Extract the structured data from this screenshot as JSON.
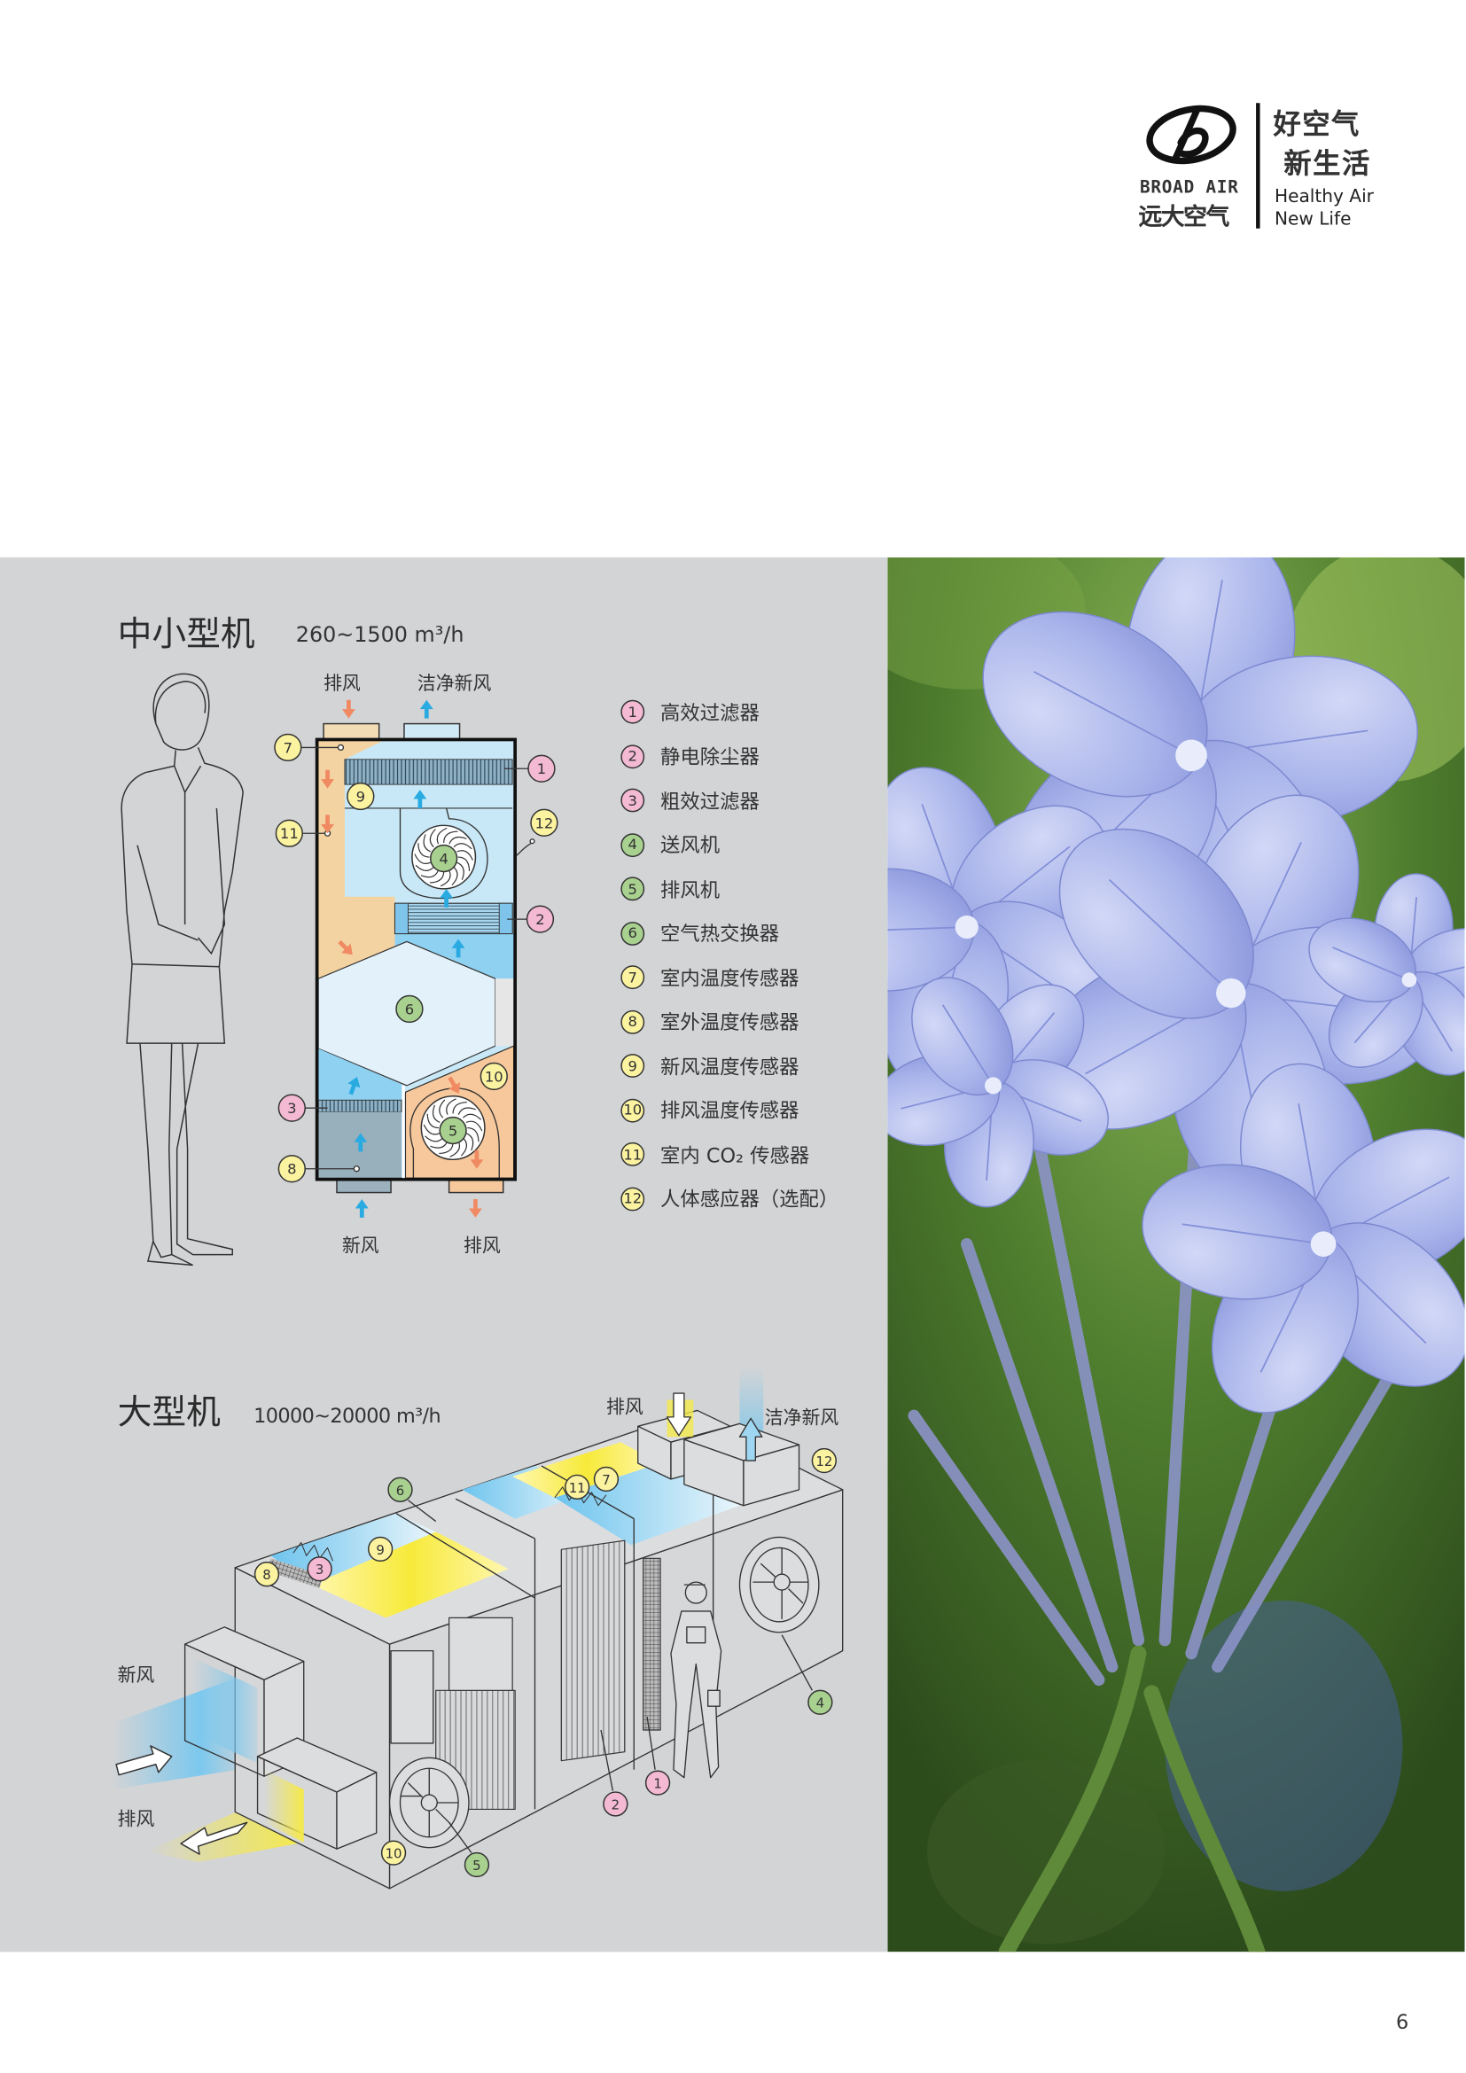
{
  "logo": {
    "brand_en": "BROAD AIR",
    "brand_cn": "远大空气",
    "slogan_cn_1": "好空气",
    "slogan_cn_2": "新生活",
    "slogan_en_1": "Healthy Air",
    "slogan_en_2": "New Life"
  },
  "small_unit": {
    "title": "中小型机",
    "capacity": "260~1500 m³/h",
    "labels": {
      "exhaust_top": "排风",
      "clean_fresh_top": "洁净新风",
      "fresh_bottom": "新风",
      "exhaust_bottom": "排风"
    }
  },
  "large_unit": {
    "title": "大型机",
    "capacity": "10000~20000 m³/h",
    "labels": {
      "exhaust_top": "排风",
      "clean_fresh_top": "洁净新风",
      "fresh_in": "新风",
      "exhaust_out": "排风"
    }
  },
  "legend": [
    {
      "num": "1",
      "label": "高效过滤器",
      "color": "#f4b9d3"
    },
    {
      "num": "2",
      "label": "静电除尘器",
      "color": "#f4b9d3"
    },
    {
      "num": "3",
      "label": "粗效过滤器",
      "color": "#f4b9d3"
    },
    {
      "num": "4",
      "label": "送风机",
      "color": "#a8d18f"
    },
    {
      "num": "5",
      "label": "排风机",
      "color": "#a8d18f"
    },
    {
      "num": "6",
      "label": "空气热交换器",
      "color": "#a8d18f"
    },
    {
      "num": "7",
      "label": "室内温度传感器",
      "color": "#fcf3a0"
    },
    {
      "num": "8",
      "label": "室外温度传感器",
      "color": "#fcf3a0"
    },
    {
      "num": "9",
      "label": "新风温度传感器",
      "color": "#fcf3a0"
    },
    {
      "num": "10",
      "label": "排风温度传感器",
      "color": "#fcf3a0"
    },
    {
      "num": "11",
      "label": "室内 CO₂ 传感器",
      "color": "#fcf3a0"
    },
    {
      "num": "12",
      "label": "人体感应器（选配）",
      "color": "#fcf3a0"
    }
  ],
  "colors": {
    "panel": "#d3d4d6",
    "fresh_air": "#29abe2",
    "exhaust_air": "#f08a63",
    "supply_zone": "#c6e7f7",
    "exhaust_zone": "#f4d3a2"
  },
  "page_number": "6"
}
